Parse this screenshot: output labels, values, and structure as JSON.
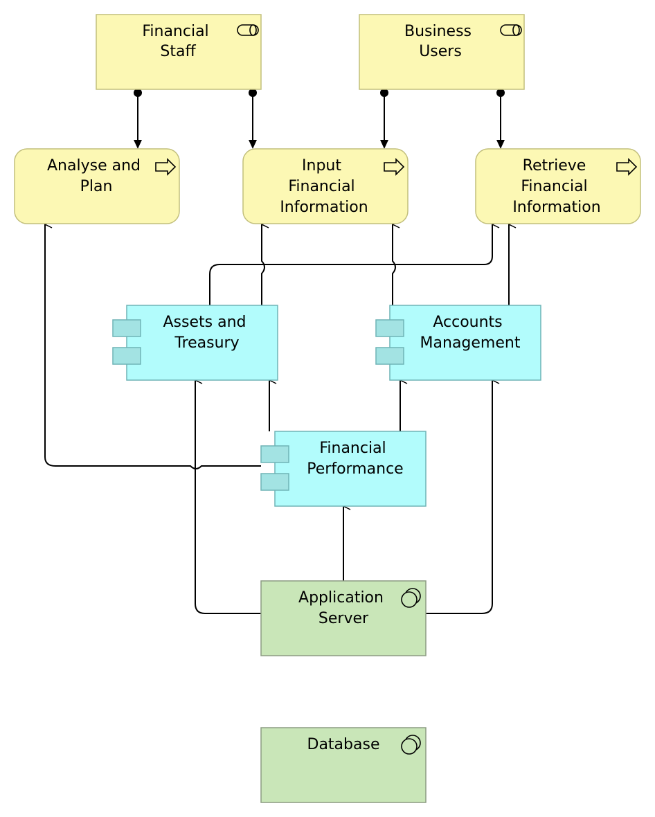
{
  "colors": {
    "business": "#fcf8b4",
    "business_border": "#c2bf7c",
    "application": "#b2fcfc",
    "application_border": "#6fb4b6",
    "component_tab": "#a3e3e3",
    "technology": "#c9e6b8",
    "technology_border": "#8c9c82",
    "line": "#000000"
  },
  "nodes": {
    "financial_staff": {
      "line1": "Financial",
      "line2": "Staff",
      "icon": "role-icon"
    },
    "business_users": {
      "line1": "Business",
      "line2": "Users",
      "icon": "role-icon"
    },
    "analyse_plan": {
      "line1": "Analyse and",
      "line2": "Plan",
      "icon": "business-service-arrow-icon"
    },
    "input_fin": {
      "line1": "Input",
      "line2": "Financial",
      "line3": "Information",
      "icon": "business-service-arrow-icon"
    },
    "retrieve_fin": {
      "line1": "Retrieve",
      "line2": "Financial",
      "line3": "Information",
      "icon": "business-service-arrow-icon"
    },
    "assets_treasury": {
      "line1": "Assets and",
      "line2": "Treasury",
      "icon": "application-component-icon"
    },
    "accounts_mgmt": {
      "line1": "Accounts",
      "line2": "Management",
      "icon": "application-component-icon"
    },
    "fin_perf": {
      "line1": "Financial",
      "line2": "Performance",
      "icon": "application-component-icon"
    },
    "app_server": {
      "line1": "Application",
      "line2": "Server",
      "icon": "system-software-icon"
    },
    "database": {
      "line1": "Database",
      "icon": "system-software-icon"
    }
  }
}
